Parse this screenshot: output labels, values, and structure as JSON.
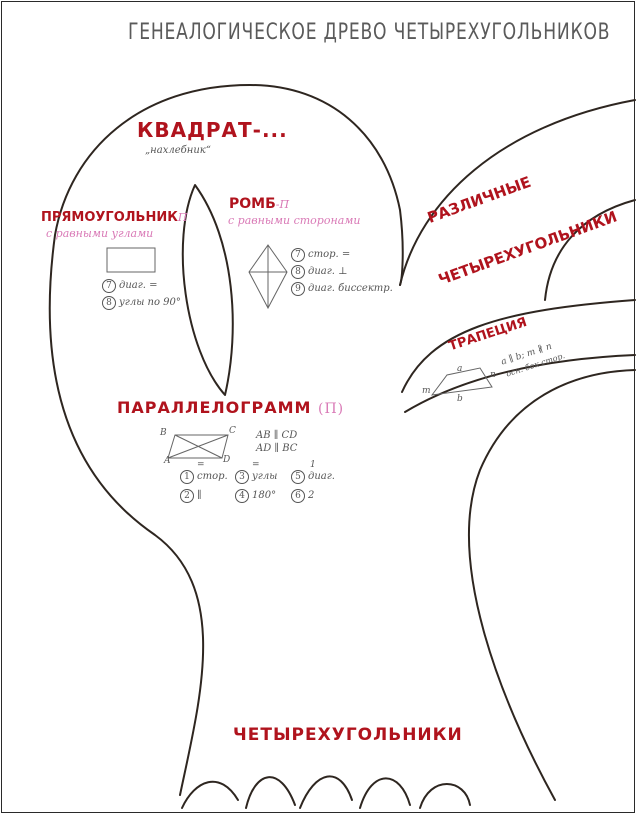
{
  "title": "ГЕНЕАЛОГИЧЕСКОЕ ДРЕВО ЧЕТЫРЕХУГОЛЬНИКОВ",
  "square": {
    "name": "КВАДРАТ-...",
    "note": "„нахлебник“"
  },
  "rectangle": {
    "name": "ПРЯМОУГОЛЬНИК",
    "mark": "П",
    "desc": "с равными углами",
    "prop1_num": "7",
    "prop1": "диаг. =",
    "prop2_num": "8",
    "prop2": "углы по 90°"
  },
  "rhombus": {
    "name": "РОМБ",
    "mark": "-П",
    "desc": "с равными сторонами",
    "prop1_num": "7",
    "prop1": "стор. =",
    "prop2_num": "8",
    "prop2": "диаг. ⊥",
    "prop3_num": "9",
    "prop3": "диаг. биссектр."
  },
  "various": {
    "line1": "РАЗЛИЧНЫЕ",
    "line2": "ЧЕТЫРЕХУГОЛЬНИКИ"
  },
  "trapezoid": {
    "name": "ТРАПЕЦИЯ",
    "props": "a ∥ b; m ∦ n",
    "props_sub": "осн.   бок стор.",
    "label_a": "a",
    "label_b": "b",
    "label_m": "m",
    "label_n": "n"
  },
  "parallelogram": {
    "name": "ПАРАЛЛЕЛОГРАММ",
    "mark": "(П)",
    "vertex_a": "A",
    "vertex_b": "B",
    "vertex_c": "C",
    "vertex_d": "D",
    "rel1": "AB ∥ CD",
    "rel2": "AD ∥ BC",
    "p1_num": "1",
    "p1_top": "=",
    "p1": "стор.",
    "p2_num": "2",
    "p2": "∥",
    "p3_num": "3",
    "p3_top": "=",
    "p3": "углы",
    "p4_num": "4",
    "p4": "180°",
    "p5_num": "5",
    "p5_top": "1",
    "p5": "диаг.",
    "p6_num": "6",
    "p6": "2"
  },
  "root": {
    "name": "ЧЕТЫРЕХУГОЛЬНИКИ"
  }
}
